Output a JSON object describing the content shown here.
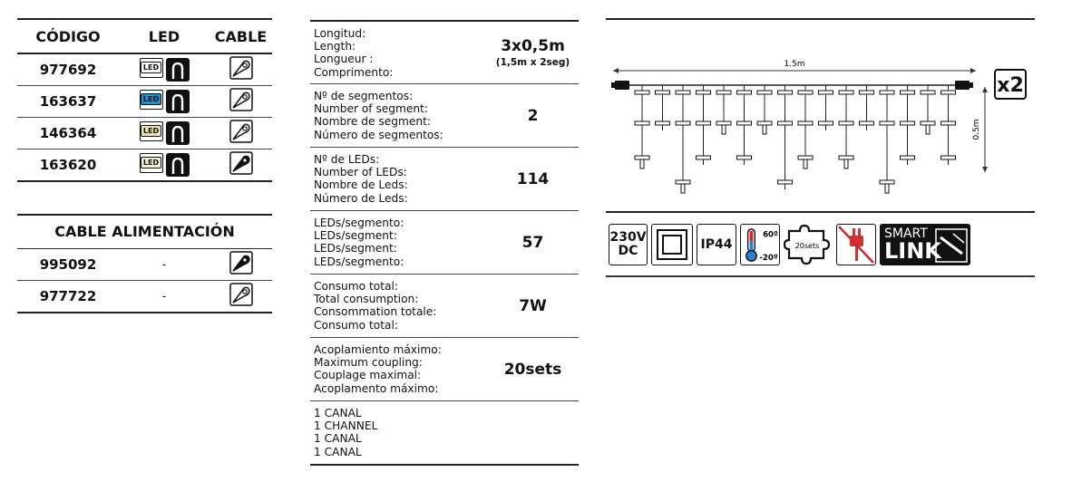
{
  "left_table": {
    "headers": {
      "code": "CÓDIGO",
      "led": "LED",
      "cable": "CABLE"
    },
    "rows": [
      {
        "code": "977692",
        "led_label": "LED",
        "led_color": "#ffffff",
        "cable": "white"
      },
      {
        "code": "163637",
        "led_label": "LED",
        "led_color": "#1a8fd1",
        "cable": "white"
      },
      {
        "code": "146364",
        "led_label": "LED",
        "led_color": "#f2e2b0",
        "cable": "white"
      },
      {
        "code": "163620",
        "led_label": "LED",
        "led_color": "#f7eed2",
        "cable": "black"
      }
    ]
  },
  "power_table": {
    "title": "CABLE ALIMENTACIÓN",
    "rows": [
      {
        "code": "995092",
        "led": "-",
        "cable": "black"
      },
      {
        "code": "977722",
        "led": "-",
        "cable": "white"
      }
    ]
  },
  "specs": [
    {
      "labels": [
        "Longitud:",
        "Length:",
        "Longueur :",
        "Comprimento:"
      ],
      "value": "3x0,5m",
      "sub": "(1,5m x 2seg)"
    },
    {
      "labels": [
        "Nº de segmentos:",
        "Number of segment:",
        "Nombre de segment:",
        "Número de segmentos:"
      ],
      "value": "2",
      "sub": ""
    },
    {
      "labels": [
        "Nº de LEDs:",
        "Number of LEDs:",
        "Nombre de Leds:",
        "Número de Leds:"
      ],
      "value": "114",
      "sub": ""
    },
    {
      "labels": [
        "LEDs/segmento:",
        "LEDs/segment:",
        "LEDs/segment:",
        "LEDs/segmento:"
      ],
      "value": "57",
      "sub": ""
    },
    {
      "labels": [
        "Consumo total:",
        "Total consumption:",
        "Consommation totale:",
        "Consumo total:"
      ],
      "value": "7W",
      "sub": ""
    },
    {
      "labels": [
        "Acoplamiento máximo:",
        "Maximum coupling:",
        "Couplage maximal:",
        "Acoplamento máximo:"
      ],
      "value": "20sets",
      "sub": ""
    },
    {
      "labels": [
        "1 CANAL",
        "1 CHANNEL",
        "1 CANAL",
        "1 CANAL"
      ],
      "value": "",
      "sub": ""
    }
  ],
  "diagram": {
    "width_label": "1.5m",
    "height_label": "0.5m",
    "multiplier": "x2"
  },
  "icons": {
    "voltage_top": "230V",
    "voltage_bottom": "DC",
    "ip": "IP44",
    "temp_high": "60º",
    "temp_low": "-20º",
    "coupling": "20sets",
    "smart_top": "SMART",
    "smart_bottom": "LINK"
  }
}
